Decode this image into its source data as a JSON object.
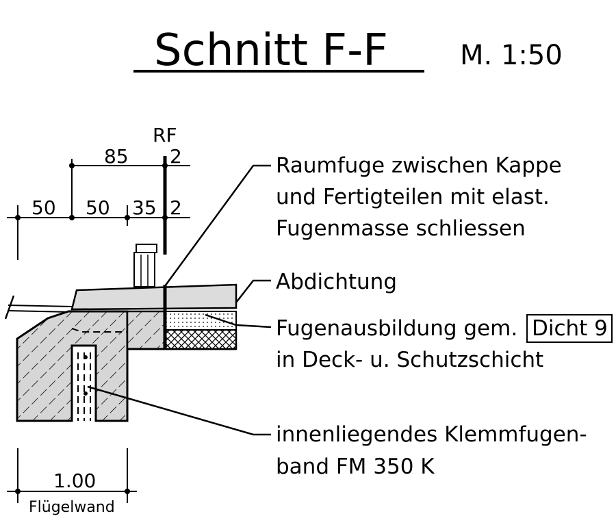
{
  "title": "Schnitt F-F",
  "scale": "M. 1:50",
  "dimensions": {
    "rf": "RF",
    "top_85": "85",
    "top_2": "2",
    "row_50a": "50",
    "row_50b": "50",
    "row_35": "35",
    "row_2": "2",
    "bottom_100": "1.00",
    "bottom_label": "Flügelwand"
  },
  "annotations": {
    "raumfuge": [
      "Raumfuge zwischen Kappe",
      "und Fertigteilen mit elast.",
      "Fugenmasse schliessen"
    ],
    "abdichtung": "Abdichtung",
    "fugenausbildung_1": "Fugenausbildung gem.",
    "fugenausbildung_box": "Dicht 9",
    "fugenausbildung_2": "in Deck- u. Schutzschicht",
    "klemmfugenband": [
      "innenliegendes Klemmfugen-",
      "band FM 350 K"
    ]
  }
}
